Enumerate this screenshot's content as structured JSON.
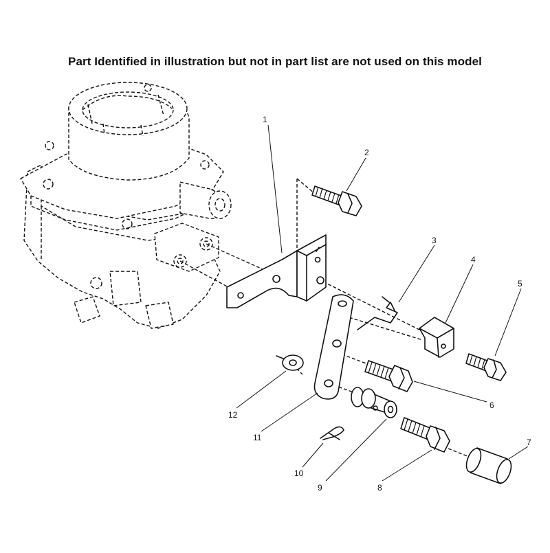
{
  "header": {
    "note": "Part Identified in illustration but not in part list are not used on this model"
  },
  "callouts": [
    "1",
    "2",
    "3",
    "4",
    "5",
    "6",
    "7",
    "8",
    "9",
    "10",
    "11",
    "12"
  ]
}
